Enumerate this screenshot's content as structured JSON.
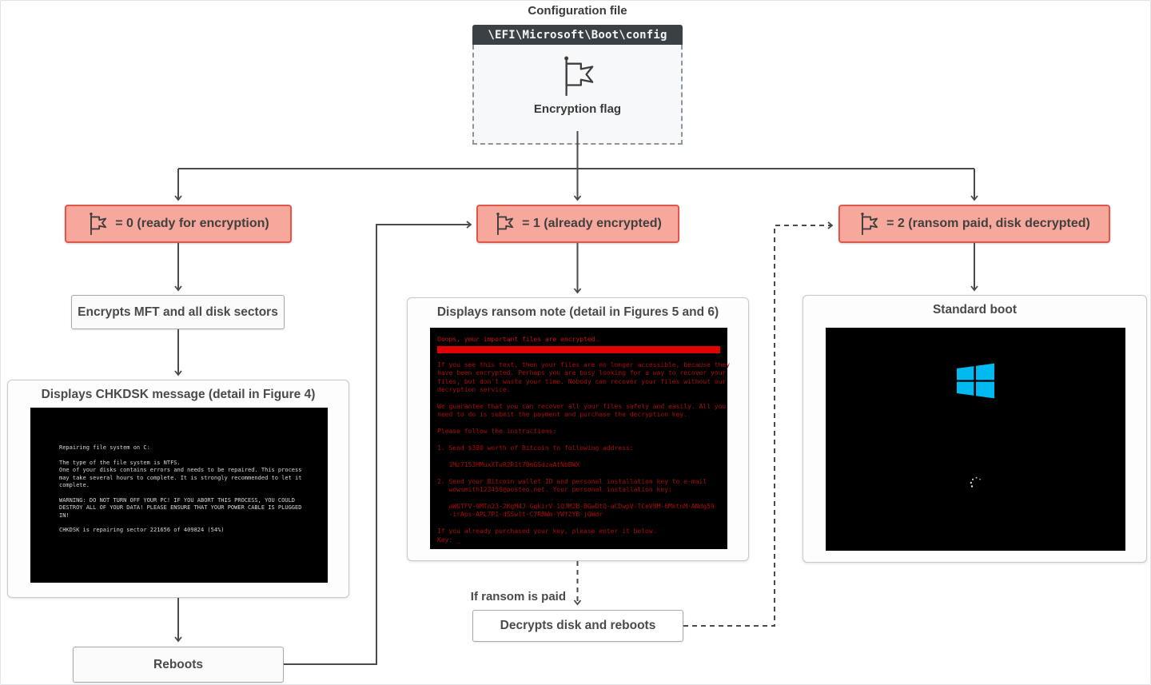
{
  "config": {
    "title": "Configuration file",
    "path": "\\EFI\\Microsoft\\Boot\\config",
    "flag_label": "Encryption flag"
  },
  "flags": [
    {
      "text": "= 0 (ready for encryption)"
    },
    {
      "text": "= 1 (already encrypted)"
    },
    {
      "text": "= 2 (ransom paid, disk decrypted)"
    }
  ],
  "steps": {
    "encrypts": "Encrypts MFT and all disk sectors",
    "reboots": "Reboots",
    "if_paid": "If ransom is paid",
    "decrypts": "Decrypts disk and reboots"
  },
  "panels": {
    "chkdsk": {
      "title": "Displays CHKDSK message (detail in Figure 4)",
      "screen_text": "Repairing file system on C:\n\nThe type of the file system is NTFS.\nOne of your disks contains errors and needs to be repaired. This process\nmay take several hours to complete. It is strongly recommended to let it\ncomplete.\n\nWARNING: DO NOT TURN OFF YOUR PC! IF YOU ABORT THIS PROCESS, YOU COULD\nDESTROY ALL OF YOUR DATA! PLEASE ENSURE THAT YOUR POWER CABLE IS PLUGGED\nIN!\n\nCHKDSK is repairing sector 221656 of 409824 (54%)"
    },
    "ransom": {
      "title": "Displays ransom note (detail in Figures 5 and 6)",
      "headline": "Ooops, your important files are encrypted.",
      "body": "If you see this text, then your files are no longer accessible, because they\nhave been encrypted. Perhaps you are busy looking for a way to recover your\nfiles, but don't waste your time. Nobody can recover your files without our\ndecryption service.\n\nWe guarantee that you can recover all your files safely and easily. All you\nneed to do is submit the payment and purchase the decryption key.\n\nPlease follow the instructions:\n\n1. Send $300 worth of Bitcoin to following address:\n\n   1Mz7153HMuxXTuR2R1t78mGSdzaAtNbBWX\n\n2. Send your Bitcoin wallet ID and personal installation key to e-mail\n   wowsmith123456@posteo.net. Your personal installation key:\n\n   aWGTFV-9MTn23-2KgM4J-GqkirV-1QJM2B-BGwDtQ-aCDwpV-TCeV8M-6MktnM-ANdg59\n   -irAps-APL7P1-dSSwlt-C7RBWm-YWf2YB-jQWdr\n\nIf you already purchased your key, please enter it below.\nKey: _"
    },
    "boot": {
      "title": "Standard boot"
    }
  },
  "icons": {
    "encryption_flag": "flag-icon",
    "windows_logo": "windows-logo-icon",
    "boot_spinner": "spinner-dots-icon"
  },
  "colors": {
    "flag-fill": "#f7a89d",
    "flag-border": "#e2564a",
    "line": "#4a4a4a",
    "terminal-bg": "#000000",
    "terminal-text": "#d8d8d8",
    "ransom-headline": "#cc1111",
    "ransom-bar": "#e00000",
    "ransom-body": "#a80d0d",
    "windows-cyan": "#00b9f0"
  }
}
